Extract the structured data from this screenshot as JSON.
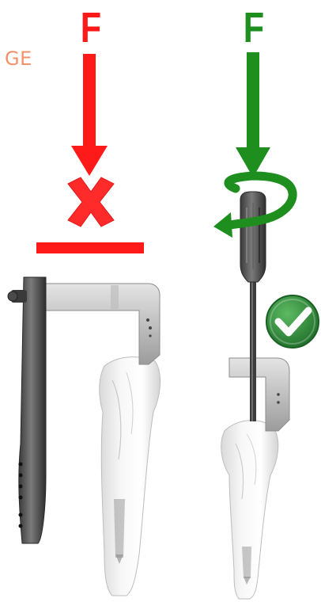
{
  "corner_text": "GE",
  "left_panel": {
    "force_label": "F"
  },
  "right_panel": {
    "force_label": "F"
  },
  "colors": {
    "wrong": "#ff1a1a",
    "correct": "#1e8f1e",
    "corner_text": "#f0926a",
    "check_badge": "#2f8f3a",
    "instrument_dark": "#4a4a4a",
    "instrument_light": "#c8c8c8",
    "bone": "#ededed"
  },
  "icons": {
    "wrong_mark": "x-mark-icon",
    "correct_mark": "check-circle-icon",
    "rotation": "rotate-arrow-icon"
  }
}
